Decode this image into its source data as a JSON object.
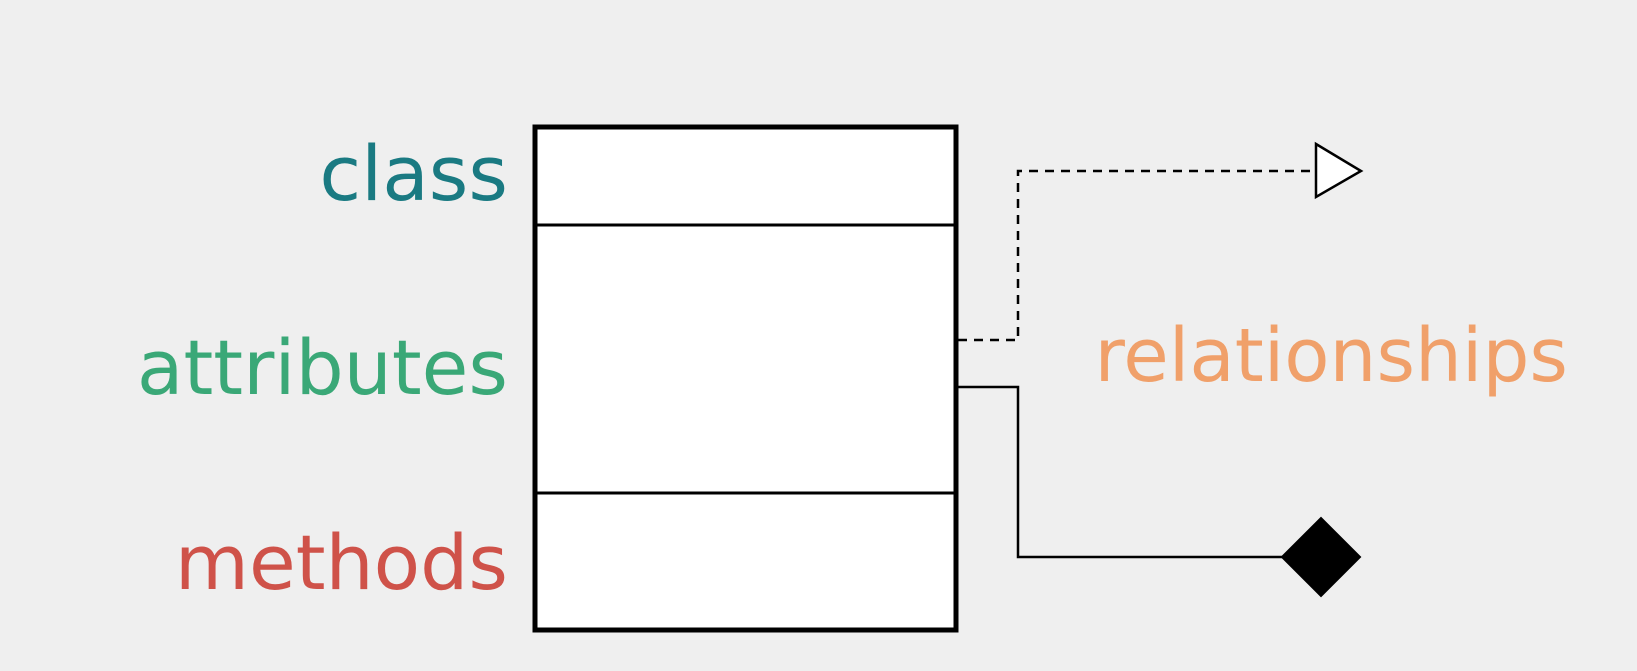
{
  "labels": {
    "class": "class",
    "attributes": "attributes",
    "methods": "methods",
    "relationships": "relationships"
  },
  "colors": {
    "background": "#efefef",
    "class_label": "#1a7a82",
    "attributes_label": "#3aa877",
    "methods_label": "#cf5249",
    "relationships_label": "#f0a06a",
    "box_fill": "#ffffff",
    "line": "#000000"
  },
  "connectors": [
    {
      "style": "dashed",
      "end_marker": "hollow-triangle"
    },
    {
      "style": "solid",
      "end_marker": "filled-diamond"
    }
  ]
}
